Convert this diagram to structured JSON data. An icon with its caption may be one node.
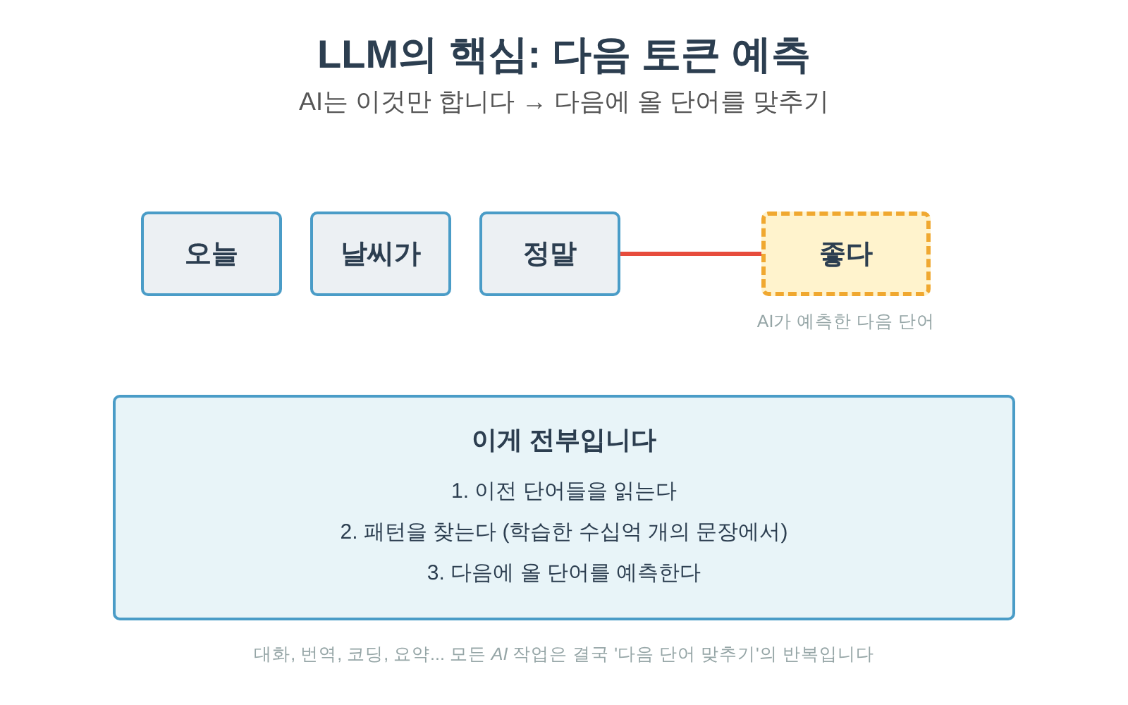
{
  "diagram": {
    "title": "LLM의 핵심: 다음 토큰 예측",
    "caption": "대화, 번역, 코딩, 요약... 모든 *AI* 작업은 결국 '다음 단어 맞추기'의 반복입니다",
    "nodes": [
      {
        "text": [
          "오늘"
        ]
      },
      {
        "text": [
          "날씨가"
        ]
      },
      {
        "text": [
          "정말"
        ]
      },
      {
        "text": [
          "좋다"
        ],
        "beside": [
          "AI가 예측한 다음 단어"
        ]
      },
      {
        "text": [
          "이게 전부입니다",
          "1. 이전 단어들을 읽는다",
          "2. 패턴을 찾는다 (학습한 수십억 개의 문장에서)",
          "3. 다음에 올 단어를 예측한다"
        ]
      }
    ],
    "edges": [
      {
        "from": 2,
        "to": 3,
        "arrow": "none",
        "color": "#e74c3c"
      }
    ],
    "labels": [
      "AI는 이것만 합니다 → 다음에 올 단어를 맞추기"
    ]
  }
}
